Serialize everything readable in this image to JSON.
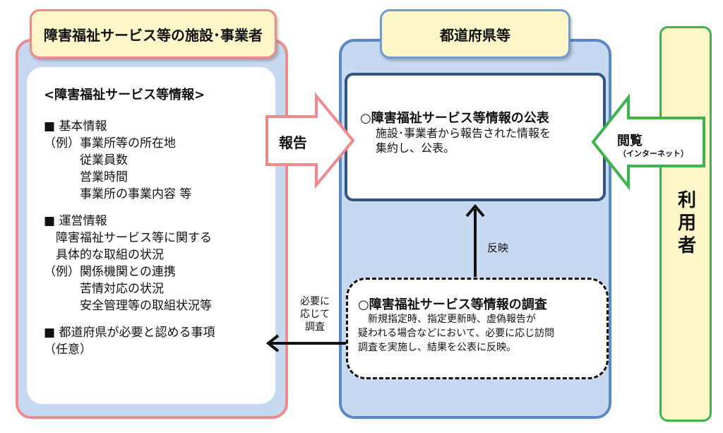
{
  "facility": {
    "header": "障害福祉サービス等の施設･事業者",
    "info_title": "<障害福祉サービス等情報>",
    "sections": [
      {
        "bullet": "■ 基本情報",
        "lines": [
          "（例）事業所等の所在地",
          "　　　従業員数",
          "　　　営業時間",
          "　　　事業所の事業内容 等"
        ]
      },
      {
        "bullet": "■ 運営情報",
        "lines": [
          "　障害福祉サービス等に関する",
          "　具体的な取組の状況",
          "（例）関係機関との連携",
          "　　　苦情対応の状況",
          "　　　安全管理等の取組状況等"
        ]
      },
      {
        "bullet": "■ 都道府県が必要と認める事項",
        "lines": [
          "（任意）"
        ]
      }
    ]
  },
  "prefecture": {
    "header": "都道府県等",
    "publish": {
      "title": "○障害福祉サービス等情報の公表",
      "lines": [
        "施設･事業者から報告された情報を",
        "集約し、公表。"
      ]
    },
    "survey": {
      "title": "○障害福祉サービス等情報の調査",
      "lines": [
        "　新規指定時、指定更新時、虚偽報告が",
        "疑われる場合などにおいて、必要に応じ訪問",
        "調査を実施し、結果を公表に反映。"
      ]
    }
  },
  "arrows": {
    "report": "報告",
    "browse": "閲覧",
    "browse_sub": "（インターネット）",
    "reflect": "反映",
    "investigate": [
      "必要に",
      "応じて",
      "調査"
    ]
  },
  "user": "利用者",
  "colors": {
    "pink": "#ef8a8c",
    "blue": "#5a87c6",
    "green": "#3cb44b",
    "yellow": "#fdf6c9",
    "lightblue": "#c6d9f0"
  }
}
